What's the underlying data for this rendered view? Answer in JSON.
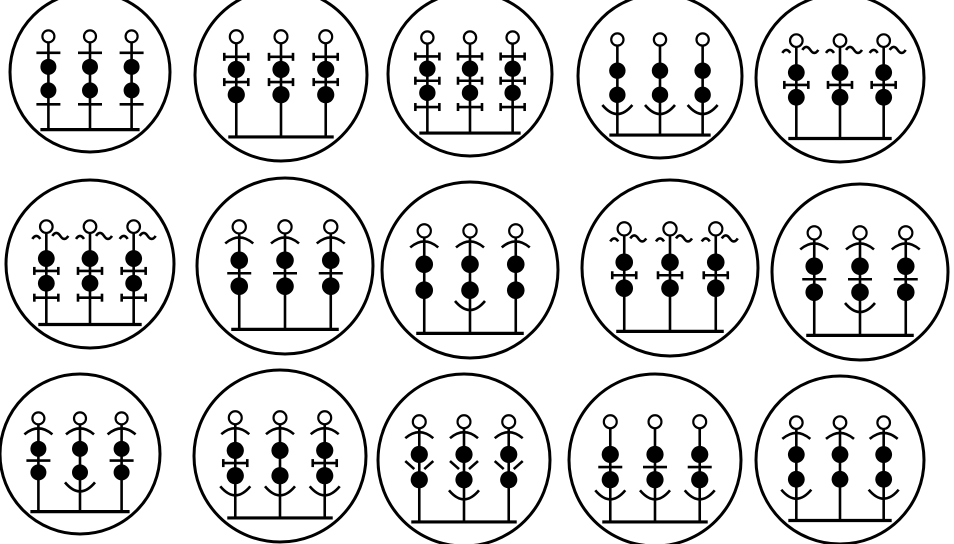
{
  "figure": {
    "description_visible_text": "",
    "panel_count": 15,
    "columns_per_row": 5
  },
  "panels": [
    {
      "stems": [
        {
          "head": "plain",
          "bars": [
            "top",
            "bottom"
          ],
          "cup": false
        },
        {
          "head": "plain",
          "bars": [
            "top",
            "bottom"
          ],
          "cup": false
        },
        {
          "head": "plain",
          "bars": [
            "top",
            "bottom"
          ],
          "cup": false
        }
      ]
    },
    {
      "stems": [
        {
          "head": "plain",
          "bars": [
            "tick-top",
            "tick-mid"
          ],
          "cup": false
        },
        {
          "head": "plain",
          "bars": [
            "tick-top",
            "tick-mid"
          ],
          "cup": false
        },
        {
          "head": "plain",
          "bars": [
            "tick-top",
            "tick-mid"
          ],
          "cup": false
        }
      ]
    },
    {
      "stems": [
        {
          "head": "plain",
          "bars": [
            "tick-top",
            "tick-mid",
            "tick-low"
          ],
          "cup": false
        },
        {
          "head": "plain",
          "bars": [
            "tick-top",
            "tick-mid",
            "tick-low"
          ],
          "cup": false
        },
        {
          "head": "plain",
          "bars": [
            "tick-top",
            "tick-mid",
            "tick-low"
          ],
          "cup": false
        }
      ]
    },
    {
      "stems": [
        {
          "head": "plain",
          "bars": [],
          "cup": true
        },
        {
          "head": "plain",
          "bars": [],
          "cup": true
        },
        {
          "head": "plain",
          "bars": [],
          "cup": true
        }
      ]
    },
    {
      "stems": [
        {
          "head": "wavy",
          "bars": [
            "tick-mid"
          ],
          "cup": false
        },
        {
          "head": "wavy",
          "bars": [
            "tick-mid"
          ],
          "cup": false
        },
        {
          "head": "wavy",
          "bars": [
            "tick-mid"
          ],
          "cup": false
        }
      ]
    },
    {
      "stems": [
        {
          "head": "wavy",
          "bars": [
            "tick-mid",
            "tick-low"
          ],
          "cup": false
        },
        {
          "head": "wavy",
          "bars": [
            "tick-mid",
            "tick-low"
          ],
          "cup": false
        },
        {
          "head": "wavy",
          "bars": [
            "tick-mid",
            "tick-low"
          ],
          "cup": false
        }
      ]
    },
    {
      "stems": [
        {
          "head": "arc",
          "bars": [
            "mid"
          ],
          "cup": false
        },
        {
          "head": "arc",
          "bars": [
            "mid"
          ],
          "cup": false
        },
        {
          "head": "arc",
          "bars": [
            "mid"
          ],
          "cup": false
        }
      ]
    },
    {
      "stems": [
        {
          "head": "arc",
          "bars": [],
          "cup": false
        },
        {
          "head": "arc",
          "bars": [],
          "cup": true
        },
        {
          "head": "arc",
          "bars": [],
          "cup": false
        }
      ]
    },
    {
      "stems": [
        {
          "head": "wavy",
          "bars": [
            "tick-mid"
          ],
          "cup": false
        },
        {
          "head": "wavy",
          "bars": [
            "tick-mid"
          ],
          "cup": false
        },
        {
          "head": "wavy",
          "bars": [
            "tick-mid"
          ],
          "cup": false
        }
      ]
    },
    {
      "stems": [
        {
          "head": "arc",
          "bars": [
            "mid"
          ],
          "cup": false
        },
        {
          "head": "arc",
          "bars": [
            "mid"
          ],
          "cup": true
        },
        {
          "head": "arc",
          "bars": [
            "mid"
          ],
          "cup": false
        }
      ]
    },
    {
      "stems": [
        {
          "head": "arc",
          "bars": [
            "mid"
          ],
          "cup": false
        },
        {
          "head": "arc",
          "bars": [],
          "cup": true
        },
        {
          "head": "arc",
          "bars": [
            "mid"
          ],
          "cup": false
        }
      ]
    },
    {
      "stems": [
        {
          "head": "arc",
          "bars": [
            "tick-mid"
          ],
          "cup": true
        },
        {
          "head": "arc",
          "bars": [],
          "cup": true
        },
        {
          "head": "arc",
          "bars": [
            "tick-mid"
          ],
          "cup": true
        }
      ]
    },
    {
      "stems": [
        {
          "head": "arc",
          "bars": [
            "slant"
          ],
          "cup": false
        },
        {
          "head": "arc",
          "bars": [
            "slant"
          ],
          "cup": true
        },
        {
          "head": "arc",
          "bars": [
            "slant"
          ],
          "cup": false
        }
      ]
    },
    {
      "stems": [
        {
          "head": "plain",
          "bars": [
            "mid"
          ],
          "cup": true
        },
        {
          "head": "plain",
          "bars": [
            "mid"
          ],
          "cup": true
        },
        {
          "head": "plain",
          "bars": [
            "mid"
          ],
          "cup": true
        }
      ]
    },
    {
      "stems": [
        {
          "head": "arc",
          "bars": [],
          "cup": true
        },
        {
          "head": "arc",
          "bars": [],
          "cup": false
        },
        {
          "head": "arc",
          "bars": [],
          "cup": true
        }
      ]
    }
  ]
}
